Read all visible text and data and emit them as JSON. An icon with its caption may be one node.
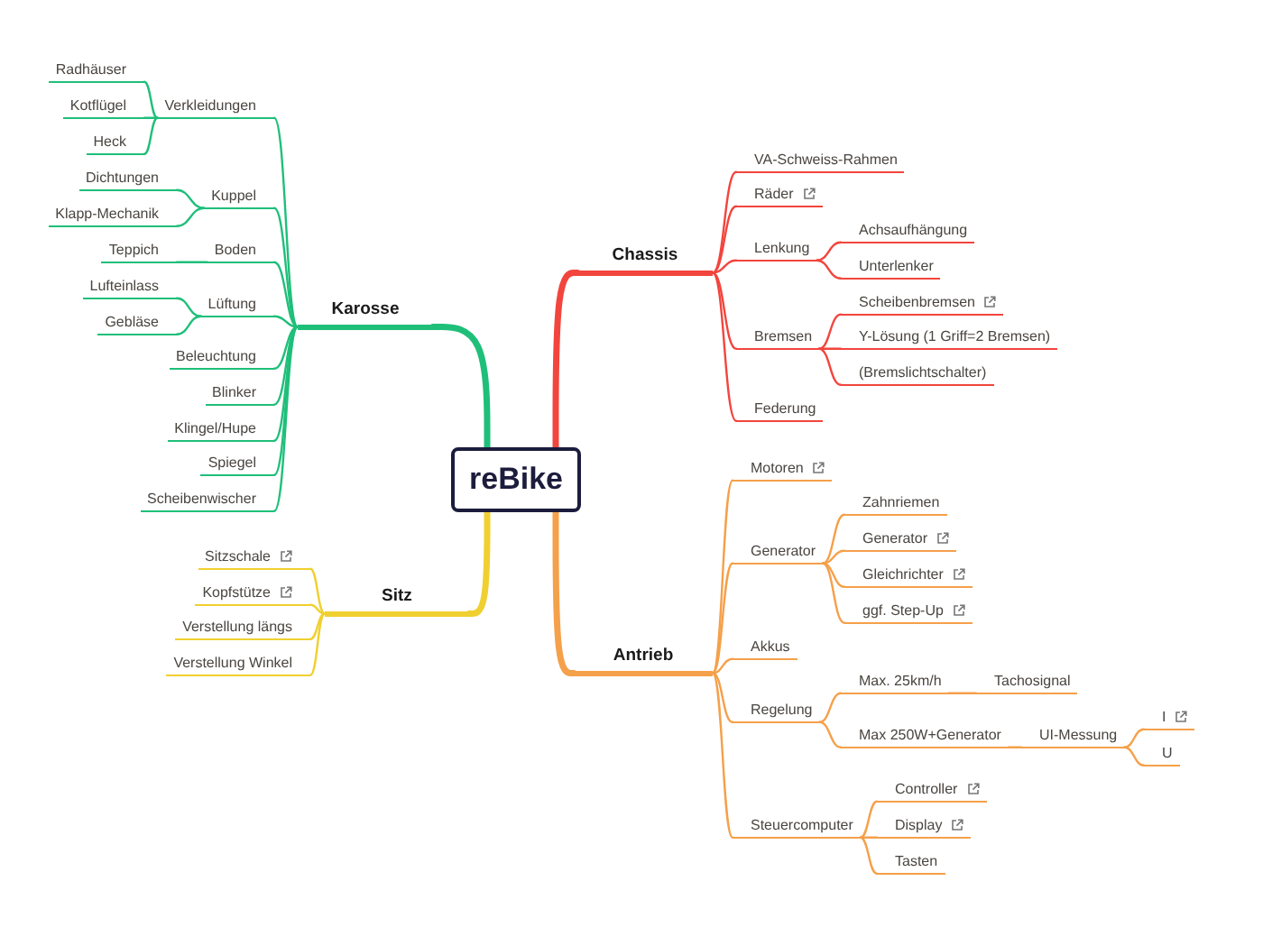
{
  "diagram": {
    "nodes": [
      {
        "text": [
          "reBike"
        ]
      },
      {
        "text": [
          "Karosse"
        ]
      },
      {
        "text": [
          "Verkleidungen"
        ]
      },
      {
        "text": [
          "Radhäuser"
        ]
      },
      {
        "text": [
          "Kotflügel"
        ]
      },
      {
        "text": [
          "Heck"
        ]
      },
      {
        "text": [
          "Kuppel"
        ]
      },
      {
        "text": [
          "Dichtungen"
        ]
      },
      {
        "text": [
          "Klapp-Mechanik"
        ]
      },
      {
        "text": [
          "Boden"
        ]
      },
      {
        "text": [
          "Teppich"
        ]
      },
      {
        "text": [
          "Lüftung"
        ]
      },
      {
        "text": [
          "Lufteinlass"
        ]
      },
      {
        "text": [
          "Gebläse"
        ]
      },
      {
        "text": [
          "Beleuchtung"
        ]
      },
      {
        "text": [
          "Blinker"
        ]
      },
      {
        "text": [
          "Klingel/Hupe"
        ]
      },
      {
        "text": [
          "Spiegel"
        ]
      },
      {
        "text": [
          "Scheibenwischer"
        ]
      },
      {
        "text": [
          "Sitz"
        ]
      },
      {
        "text": [
          "Sitzschale"
        ]
      },
      {
        "text": [
          "Kopfstütze"
        ]
      },
      {
        "text": [
          "Verstellung längs"
        ]
      },
      {
        "text": [
          "Verstellung Winkel"
        ]
      },
      {
        "text": [
          "Chassis"
        ]
      },
      {
        "text": [
          "VA-Schweiss-Rahmen"
        ]
      },
      {
        "text": [
          "Räder"
        ]
      },
      {
        "text": [
          "Lenkung"
        ]
      },
      {
        "text": [
          "Achsaufhängung"
        ]
      },
      {
        "text": [
          "Unterlenker"
        ]
      },
      {
        "text": [
          "Bremsen"
        ]
      },
      {
        "text": [
          "Scheibenbremsen"
        ]
      },
      {
        "text": [
          "Y-Lösung (1 Griff=2 Bremsen)"
        ]
      },
      {
        "text": [
          "(Bremslichtschalter)"
        ]
      },
      {
        "text": [
          "Federung"
        ]
      },
      {
        "text": [
          "Antrieb"
        ]
      },
      {
        "text": [
          "Motoren"
        ]
      },
      {
        "text": [
          "Generator"
        ]
      },
      {
        "text": [
          "Zahnriemen"
        ]
      },
      {
        "text": [
          "Generator"
        ]
      },
      {
        "text": [
          "Gleichrichter"
        ]
      },
      {
        "text": [
          "ggf. Step-Up"
        ]
      },
      {
        "text": [
          "Akkus"
        ]
      },
      {
        "text": [
          "Regelung"
        ]
      },
      {
        "text": [
          "Max. 25km/h"
        ]
      },
      {
        "text": [
          "Tachosignal"
        ]
      },
      {
        "text": [
          "Max 250W+Generator"
        ]
      },
      {
        "text": [
          "UI-Messung"
        ]
      },
      {
        "text": [
          "I"
        ]
      },
      {
        "text": [
          "U"
        ]
      },
      {
        "text": [
          "Steuercomputer"
        ]
      },
      {
        "text": [
          "Controller"
        ]
      },
      {
        "text": [
          "Display"
        ]
      },
      {
        "text": [
          "Tasten"
        ]
      }
    ],
    "edges": [
      {
        "from": 0,
        "to": 1,
        "arrow": "none",
        "style": "thick",
        "color": "#1fbf7a"
      },
      {
        "from": 1,
        "to": 2,
        "arrow": "none",
        "color": "#1fbf7a"
      },
      {
        "from": 2,
        "to": 3,
        "arrow": "none",
        "color": "#1fbf7a"
      },
      {
        "from": 2,
        "to": 4,
        "arrow": "none",
        "color": "#1fbf7a"
      },
      {
        "from": 2,
        "to": 5,
        "arrow": "none",
        "color": "#1fbf7a"
      },
      {
        "from": 1,
        "to": 6,
        "arrow": "none",
        "color": "#1fbf7a"
      },
      {
        "from": 6,
        "to": 7,
        "arrow": "none",
        "color": "#1fbf7a"
      },
      {
        "from": 6,
        "to": 8,
        "arrow": "none",
        "color": "#1fbf7a"
      },
      {
        "from": 1,
        "to": 9,
        "arrow": "none",
        "color": "#1fbf7a"
      },
      {
        "from": 9,
        "to": 10,
        "arrow": "none",
        "color": "#1fbf7a"
      },
      {
        "from": 1,
        "to": 11,
        "arrow": "none",
        "color": "#1fbf7a"
      },
      {
        "from": 11,
        "to": 12,
        "arrow": "none",
        "color": "#1fbf7a"
      },
      {
        "from": 11,
        "to": 13,
        "arrow": "none",
        "color": "#1fbf7a"
      },
      {
        "from": 1,
        "to": 14,
        "arrow": "none",
        "color": "#1fbf7a"
      },
      {
        "from": 1,
        "to": 15,
        "arrow": "none",
        "color": "#1fbf7a"
      },
      {
        "from": 1,
        "to": 16,
        "arrow": "none",
        "color": "#1fbf7a"
      },
      {
        "from": 1,
        "to": 17,
        "arrow": "none",
        "color": "#1fbf7a"
      },
      {
        "from": 1,
        "to": 18,
        "arrow": "none",
        "color": "#1fbf7a"
      },
      {
        "from": 0,
        "to": 19,
        "arrow": "none",
        "style": "thick",
        "color": "#f0d030"
      },
      {
        "from": 19,
        "to": 20,
        "arrow": "none",
        "color": "#f0d030"
      },
      {
        "from": 19,
        "to": 21,
        "arrow": "none",
        "color": "#f0d030"
      },
      {
        "from": 19,
        "to": 22,
        "arrow": "none",
        "color": "#f0d030"
      },
      {
        "from": 19,
        "to": 23,
        "arrow": "none",
        "color": "#f0d030"
      },
      {
        "from": 0,
        "to": 24,
        "arrow": "none",
        "style": "thick",
        "color": "#f2453d"
      },
      {
        "from": 24,
        "to": 25,
        "arrow": "none",
        "color": "#f2453d"
      },
      {
        "from": 24,
        "to": 26,
        "arrow": "none",
        "color": "#f2453d"
      },
      {
        "from": 24,
        "to": 27,
        "arrow": "none",
        "color": "#f2453d"
      },
      {
        "from": 27,
        "to": 28,
        "arrow": "none",
        "color": "#f2453d"
      },
      {
        "from": 27,
        "to": 29,
        "arrow": "none",
        "color": "#f2453d"
      },
      {
        "from": 24,
        "to": 30,
        "arrow": "none",
        "color": "#f2453d"
      },
      {
        "from": 30,
        "to": 31,
        "arrow": "none",
        "color": "#f2453d"
      },
      {
        "from": 30,
        "to": 32,
        "arrow": "none",
        "color": "#f2453d"
      },
      {
        "from": 30,
        "to": 33,
        "arrow": "none",
        "color": "#f2453d"
      },
      {
        "from": 24,
        "to": 34,
        "arrow": "none",
        "color": "#f2453d"
      },
      {
        "from": 0,
        "to": 35,
        "arrow": "none",
        "style": "thick"
      },
      {
        "from": 35,
        "to": 36,
        "arrow": "none"
      },
      {
        "from": 35,
        "to": 37,
        "arrow": "none"
      },
      {
        "from": 37,
        "to": 38,
        "arrow": "none"
      },
      {
        "from": 37,
        "to": 39,
        "arrow": "none"
      },
      {
        "from": 37,
        "to": 40,
        "arrow": "none"
      },
      {
        "from": 37,
        "to": 41,
        "arrow": "none"
      },
      {
        "from": 35,
        "to": 42,
        "arrow": "none"
      },
      {
        "from": 35,
        "to": 43,
        "arrow": "none"
      },
      {
        "from": 43,
        "to": 44,
        "arrow": "none"
      },
      {
        "from": 44,
        "to": 45,
        "arrow": "none"
      },
      {
        "from": 43,
        "to": 46,
        "arrow": "none"
      },
      {
        "from": 46,
        "to": 47,
        "arrow": "none"
      },
      {
        "from": 47,
        "to": 48,
        "arrow": "none"
      },
      {
        "from": 47,
        "to": 49,
        "arrow": "none"
      },
      {
        "from": 35,
        "to": 50,
        "arrow": "none"
      },
      {
        "from": 50,
        "to": 51,
        "arrow": "none"
      },
      {
        "from": 50,
        "to": 52,
        "arrow": "none"
      },
      {
        "from": 50,
        "to": 53,
        "arrow": "none"
      }
    ]
  }
}
